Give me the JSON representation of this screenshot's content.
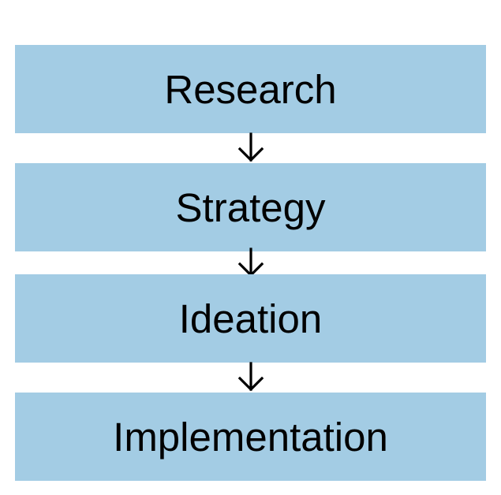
{
  "diagram": {
    "box_color": "#a3cce4",
    "text_color": "#000000",
    "arrow_color": "#000000",
    "steps": [
      {
        "label": "Research"
      },
      {
        "label": "Strategy"
      },
      {
        "label": "Ideation"
      },
      {
        "label": "Implementation"
      }
    ],
    "connectors": [
      {
        "icon": "down-arrow-icon"
      },
      {
        "icon": "down-arrow-icon"
      },
      {
        "icon": "down-arrow-icon"
      }
    ]
  }
}
